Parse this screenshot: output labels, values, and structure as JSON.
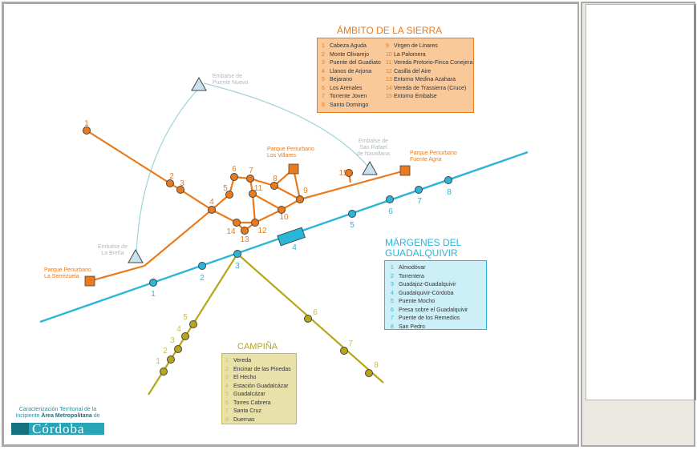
{
  "sierra": {
    "title": "ÁMBITO DE LA SIERRA",
    "color": "#ea7a1c",
    "items": [
      {
        "n": "1",
        "label": "Cabeza Aguda"
      },
      {
        "n": "2",
        "label": "Monte Olivarejo"
      },
      {
        "n": "3",
        "label": "Puente del Guadiato"
      },
      {
        "n": "4",
        "label": "Llanos de Arjona"
      },
      {
        "n": "5",
        "label": "Bejarano"
      },
      {
        "n": "6",
        "label": "Los Arenales"
      },
      {
        "n": "7",
        "label": "Torrente Joven"
      },
      {
        "n": "8",
        "label": "Santo Domingo"
      },
      {
        "n": "9",
        "label": "Virgen de Linares"
      },
      {
        "n": "10",
        "label": "La Palomera"
      },
      {
        "n": "11",
        "label": "Vereda Pretorio-Finca Conejera"
      },
      {
        "n": "12",
        "label": "Casilla del Aire"
      },
      {
        "n": "13",
        "label": "Entorno Medina Azahara"
      },
      {
        "n": "14",
        "label": "Vereda de Trassierra (Cruce)"
      },
      {
        "n": "15",
        "label": "Entorno Embalse"
      }
    ]
  },
  "guadalquivir": {
    "title_line1": "MÁRGENES DEL",
    "title_line2": "GUADALQUIVIR",
    "color": "#29b6d9",
    "items": [
      {
        "n": "1",
        "label": "Almodóvar"
      },
      {
        "n": "2",
        "label": "Torrentera"
      },
      {
        "n": "3",
        "label": "Guadajoz-Guadalquivir"
      },
      {
        "n": "4",
        "label": "Guadalquivir-Córdoba"
      },
      {
        "n": "5",
        "label": "Puente Mocho"
      },
      {
        "n": "6",
        "label": "Presa sobre el Guadalquivir"
      },
      {
        "n": "7",
        "label": "Puente de los Remedios"
      },
      {
        "n": "8",
        "label": "San Pedro"
      }
    ]
  },
  "campina": {
    "title": "CAMPIÑA",
    "color": "#b6a61a",
    "items": [
      {
        "n": "1",
        "label": "Vereda"
      },
      {
        "n": "2",
        "label": "Encinar de las Pinedas"
      },
      {
        "n": "3",
        "label": "El Hecho"
      },
      {
        "n": "4",
        "label": "Estación Guadalcázar"
      },
      {
        "n": "5",
        "label": "Guadalcázar"
      },
      {
        "n": "6",
        "label": "Torres Cabrera"
      },
      {
        "n": "7",
        "label": "Santa Cruz"
      },
      {
        "n": "8",
        "label": "Duernas"
      }
    ]
  },
  "map_labels": {
    "puente_nuevo": [
      "Embalse de",
      "Puente Nuevo"
    ],
    "navallana": [
      "Embalse de",
      "San Rafael",
      "de Navallana"
    ],
    "brena": [
      "Embalse de",
      "La Breña"
    ],
    "villares": [
      "Parque Periurbano",
      "Los Villares"
    ],
    "fuente_agria": [
      "Parque Periurbano",
      "Fuente Agria"
    ],
    "serrezuela": [
      "Parque Periurbano",
      "La Serrezuela"
    ]
  },
  "logo": {
    "line1": "Caracterización Territorial de la",
    "line2a": "Incipiente ",
    "line2b": "Área Metropolitana",
    "line2c": " de",
    "word": "Córdoba"
  }
}
